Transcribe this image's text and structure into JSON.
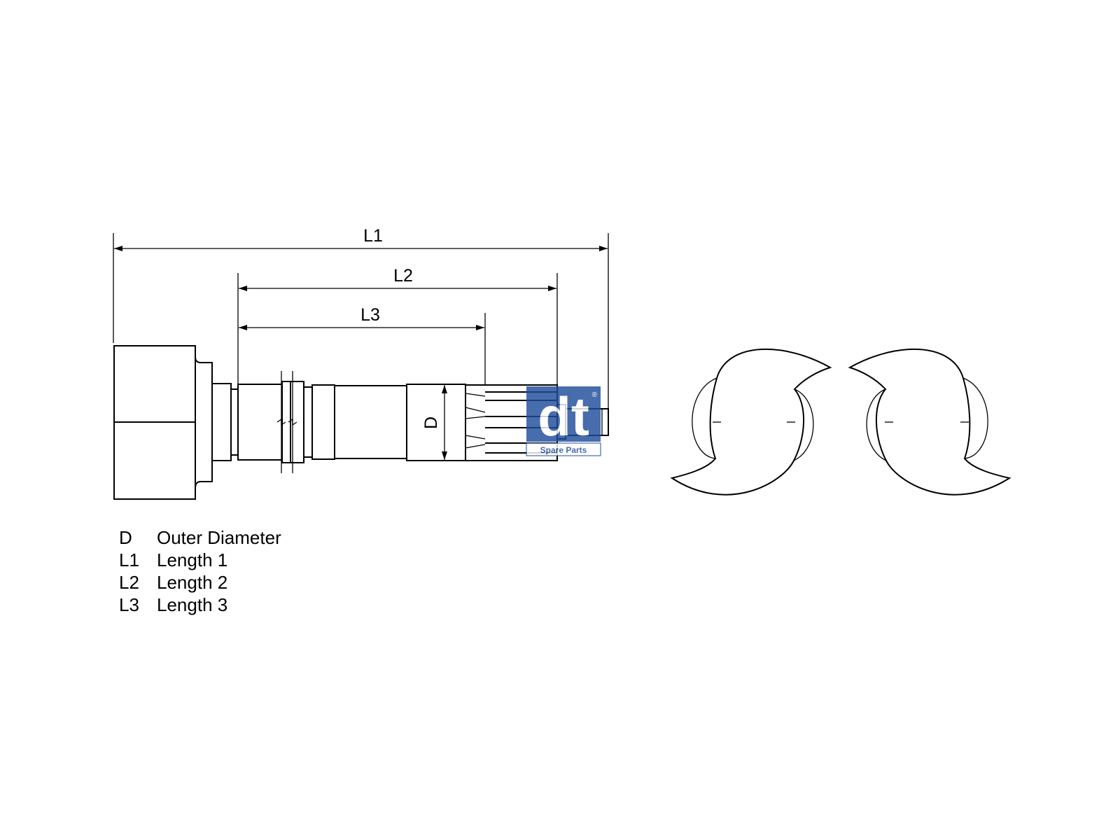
{
  "dimensions": {
    "l1_label": "L1",
    "l2_label": "L2",
    "l3_label": "L3",
    "d_label": "D"
  },
  "legend": [
    {
      "key": "D",
      "value": "Outer Diameter"
    },
    {
      "key": "L1",
      "value": "Length 1"
    },
    {
      "key": "L2",
      "value": "Length 2"
    },
    {
      "key": "L3",
      "value": "Length 3"
    }
  ],
  "logo": {
    "text": "dt",
    "subtitle": "Spare Parts",
    "color": "#1f4e9c"
  }
}
